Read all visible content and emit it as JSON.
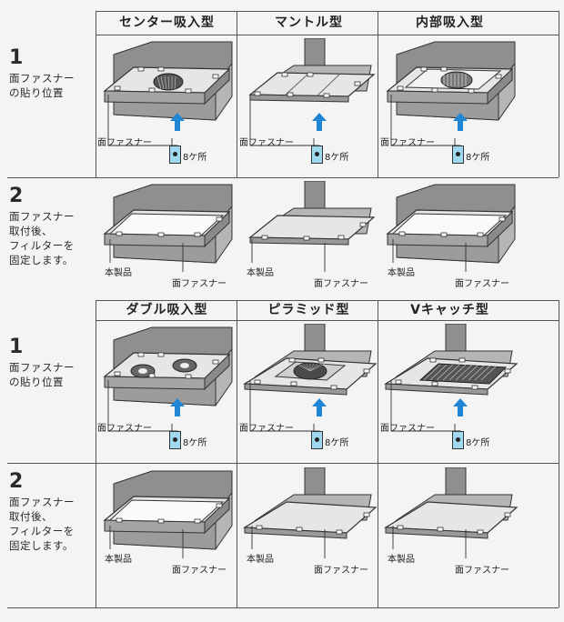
{
  "top_headers": [
    "センター吸入型",
    "マントル型",
    "内部吸入型"
  ],
  "bottom_headers": [
    "ダブル吸入型",
    "ピラミッド型",
    "Vキャッチ型"
  ],
  "steps": [
    {
      "number": "1",
      "text": "面ファスナー\nの貼り位置"
    },
    {
      "number": "2",
      "text": "面ファスナー\n取付後、\nフィルターを\n固定します。"
    },
    {
      "number": "1",
      "text": "面ファスナー\nの貼り位置"
    },
    {
      "number": "2",
      "text": "面ファスナー\n取付後、\nフィルターを\n固定します。"
    }
  ],
  "labels": {
    "fastener": "面ファスナー",
    "count": "8ケ所",
    "product": "本製品"
  },
  "colors": {
    "hood_dark": "#8f8f8f",
    "hood_mid": "#b5b5b5",
    "hood_light": "#e6e6e6",
    "marker_fill": "#9ed9ef",
    "arrow_blue": "#1f86d6"
  }
}
